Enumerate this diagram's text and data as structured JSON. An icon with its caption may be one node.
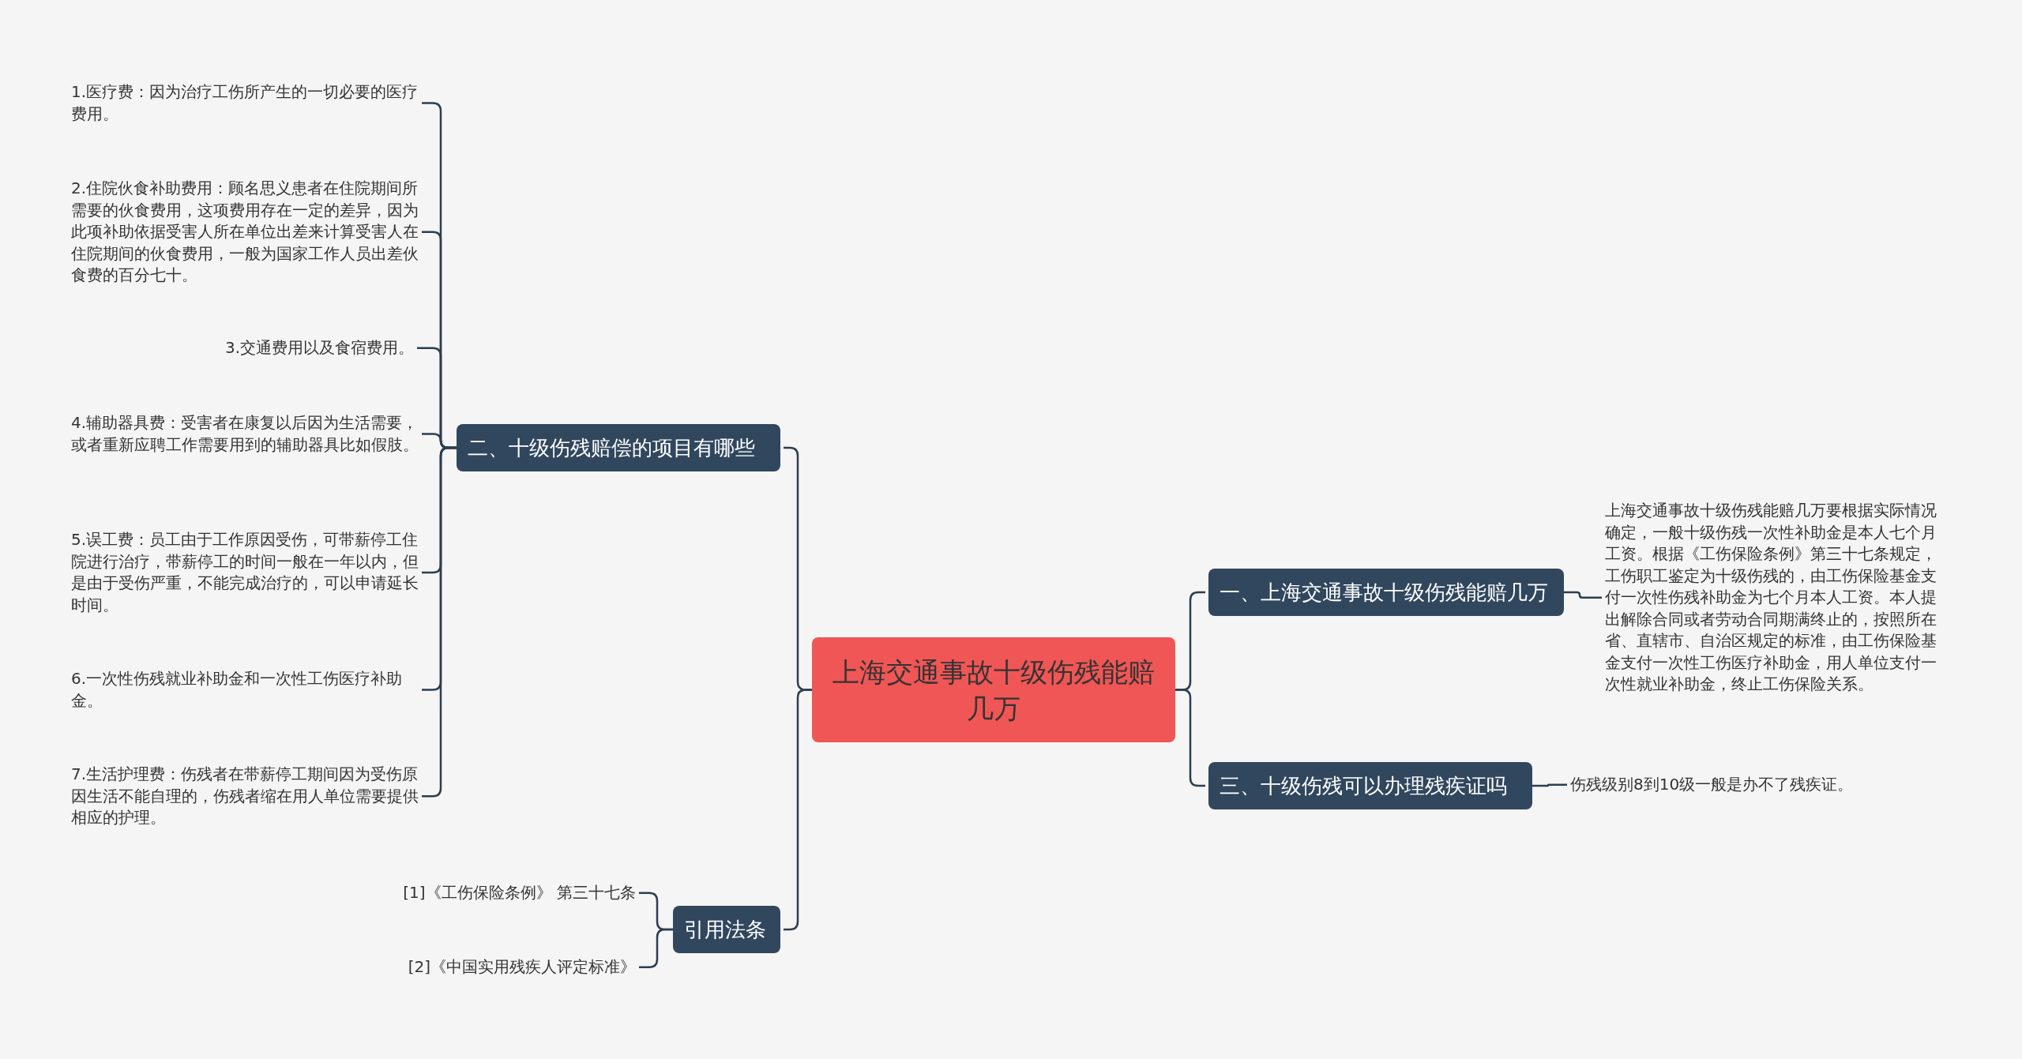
{
  "diagram": {
    "nodes": [
      {
        "text": [
          "上海交通事故十级伤残能赔几万"
        ]
      },
      {
        "text": [
          "二、十级伤残赔偿的项目有哪些"
        ]
      },
      {
        "text": [
          "1.医疗费：因为治疗工伤所产生的一切必要的医疗费用。"
        ]
      },
      {
        "text": [
          "2.住院伙食补助费用：顾名思义患者在住院期间所需要的伙食费用，这项费用存在一定的差异，因为此项补助依据受害人所在单位出差来计算受害人在住院期间的伙食费用，一般为国家工作人员出差伙食费的百分七十。"
        ]
      },
      {
        "text": [
          "3.交通费用以及食宿费用。"
        ]
      },
      {
        "text": [
          "4.辅助器具费：受害者在康复以后因为生活需要，或者重新应聘工作需要用到的辅助器具比如假肢。"
        ]
      },
      {
        "text": [
          "5.误工费：员工由于工作原因受伤，可带薪停工住院进行治疗，带薪停工的时间一般在一年以内，但是由于受伤严重，不能完成治疗的，可以申请延长时间。"
        ]
      },
      {
        "text": [
          "6.一次性伤残就业补助金和一次性工伤医疗补助金。"
        ]
      },
      {
        "text": [
          "7.生活护理费：伤残者在带薪停工期间因为受伤原因生活不能自理的，伤残者缩在用人单位需要提供相应的护理。"
        ]
      },
      {
        "text": [
          "引用法条"
        ]
      },
      {
        "text": [
          "[1]《工伤保险条例》 第三十七条"
        ]
      },
      {
        "text": [
          "[2]《中国实用残疾人评定标准》"
        ]
      },
      {
        "text": [
          "一、上海交通事故十级伤残能赔几万"
        ]
      },
      {
        "text": [
          "上海交通事故十级伤残能赔几万要根据实际情况确定，一般十级伤残一次性补助金是本人七个月工资。根据《工伤保险条例》第三十七条规定，工伤职工鉴定为十级伤残的，由工伤保险基金支付一次性伤残补助金为七个月本人工资。本人提出解除合同或者劳动合同期满终止的，按照所在省、直辖市、自治区规定的标准，由工伤保险基金支付一次性工伤医疗补助金，用人单位支付一次性就业补助金，终止工伤保险关系。"
        ]
      },
      {
        "text": [
          "三、十级伤残可以办理残疾证吗"
        ]
      },
      {
        "text": [
          "伤残级别8到10级一般是办不了残疾证。"
        ]
      }
    ],
    "edges": [
      {
        "from": 0,
        "to": 1,
        "arrow": "none"
      },
      {
        "from": 1,
        "to": 2,
        "arrow": "none"
      },
      {
        "from": 1,
        "to": 3,
        "arrow": "none"
      },
      {
        "from": 1,
        "to": 4,
        "arrow": "none"
      },
      {
        "from": 1,
        "to": 5,
        "arrow": "none"
      },
      {
        "from": 1,
        "to": 6,
        "arrow": "none"
      },
      {
        "from": 1,
        "to": 7,
        "arrow": "none"
      },
      {
        "from": 1,
        "to": 8,
        "arrow": "none"
      },
      {
        "from": 0,
        "to": 9,
        "arrow": "none"
      },
      {
        "from": 9,
        "to": 10,
        "arrow": "none"
      },
      {
        "from": 9,
        "to": 11,
        "arrow": "none"
      },
      {
        "from": 0,
        "to": 12,
        "arrow": "none"
      },
      {
        "from": 12,
        "to": 13,
        "arrow": "none"
      },
      {
        "from": 0,
        "to": 14,
        "arrow": "none"
      },
      {
        "from": 14,
        "to": 15,
        "arrow": "none"
      }
    ]
  }
}
